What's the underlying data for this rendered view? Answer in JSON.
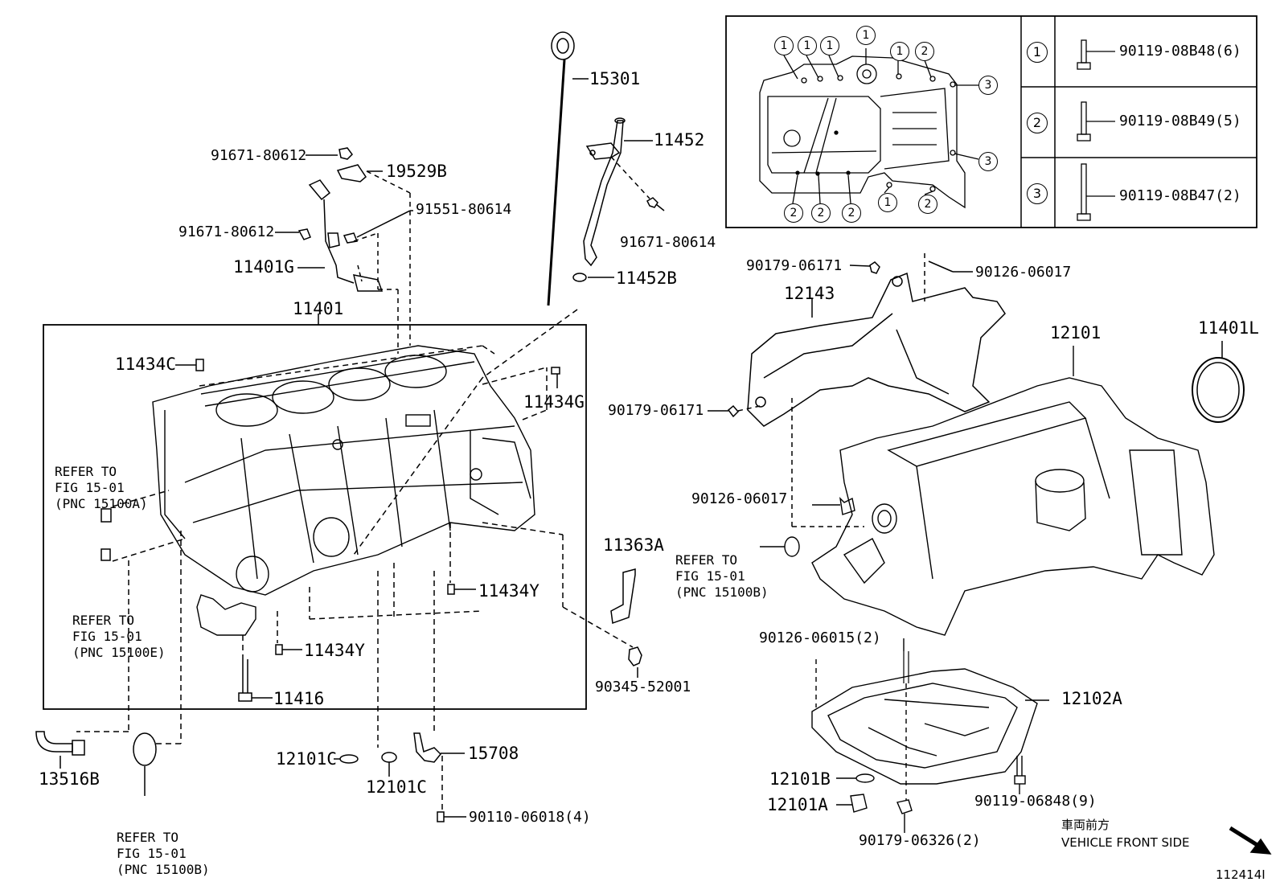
{
  "inset": {
    "callouts_top": [
      "1",
      "1",
      "1",
      "1",
      "1",
      "2"
    ],
    "callouts_right": [
      "3",
      "3"
    ],
    "callouts_bottom": [
      "2",
      "2",
      "2",
      "1",
      "2"
    ],
    "bolt_table": [
      {
        "key": "1",
        "part": "90119-08B48(6)"
      },
      {
        "key": "2",
        "part": "90119-08B49(5)"
      },
      {
        "key": "3",
        "part": "90119-08B47(2)"
      }
    ]
  },
  "labels": {
    "p15301": "15301",
    "p11452": "11452",
    "p91671_80614": "91671-80614",
    "p11452B": "11452B",
    "p91671_80612_a": "91671-80612",
    "p19529B": "19529B",
    "p91551_80614": "91551-80614",
    "p91671_80612_b": "91671-80612",
    "p11401G": "11401G",
    "p11401": "11401",
    "p11434C": "11434C",
    "p11434G": "11434G",
    "p11363A": "11363A",
    "p11434Y_a": "11434Y",
    "p11434Y_b": "11434Y",
    "p90345_52001": "90345-52001",
    "p11416": "11416",
    "p13516B": "13516B",
    "p12101C_a": "12101C",
    "p12101C_b": "12101C",
    "p15708": "15708",
    "p90110_06018": "90110-06018(4)",
    "p90179_06171_a": "90179-06171",
    "p90126_06017_a": "90126-06017",
    "p12143": "12143",
    "p12101": "12101",
    "p11401L": "11401L",
    "p90179_06171_b": "90179-06171",
    "p90126_06017_b": "90126-06017",
    "p90126_06015": "90126-06015(2)",
    "p12102A": "12102A",
    "p12101B": "12101B",
    "p12101A": "12101A",
    "p90119_06848": "90119-06848(9)",
    "p90179_06326": "90179-06326(2)"
  },
  "refs": {
    "ref_a": [
      "REFER TO",
      "FIG 15-01",
      "(PNC 15100A)"
    ],
    "ref_e": [
      "REFER TO",
      "FIG 15-01",
      "(PNC 15100E)"
    ],
    "ref_b_left": [
      "REFER TO",
      "FIG 15-01",
      "(PNC 15100B)"
    ],
    "ref_b_right": [
      "REFER TO",
      "FIG 15-01",
      "(PNC 15100B)"
    ]
  },
  "front": {
    "jp": "車両前方",
    "en": "VEHICLE FRONT SIDE"
  },
  "figure_id": "112414I"
}
